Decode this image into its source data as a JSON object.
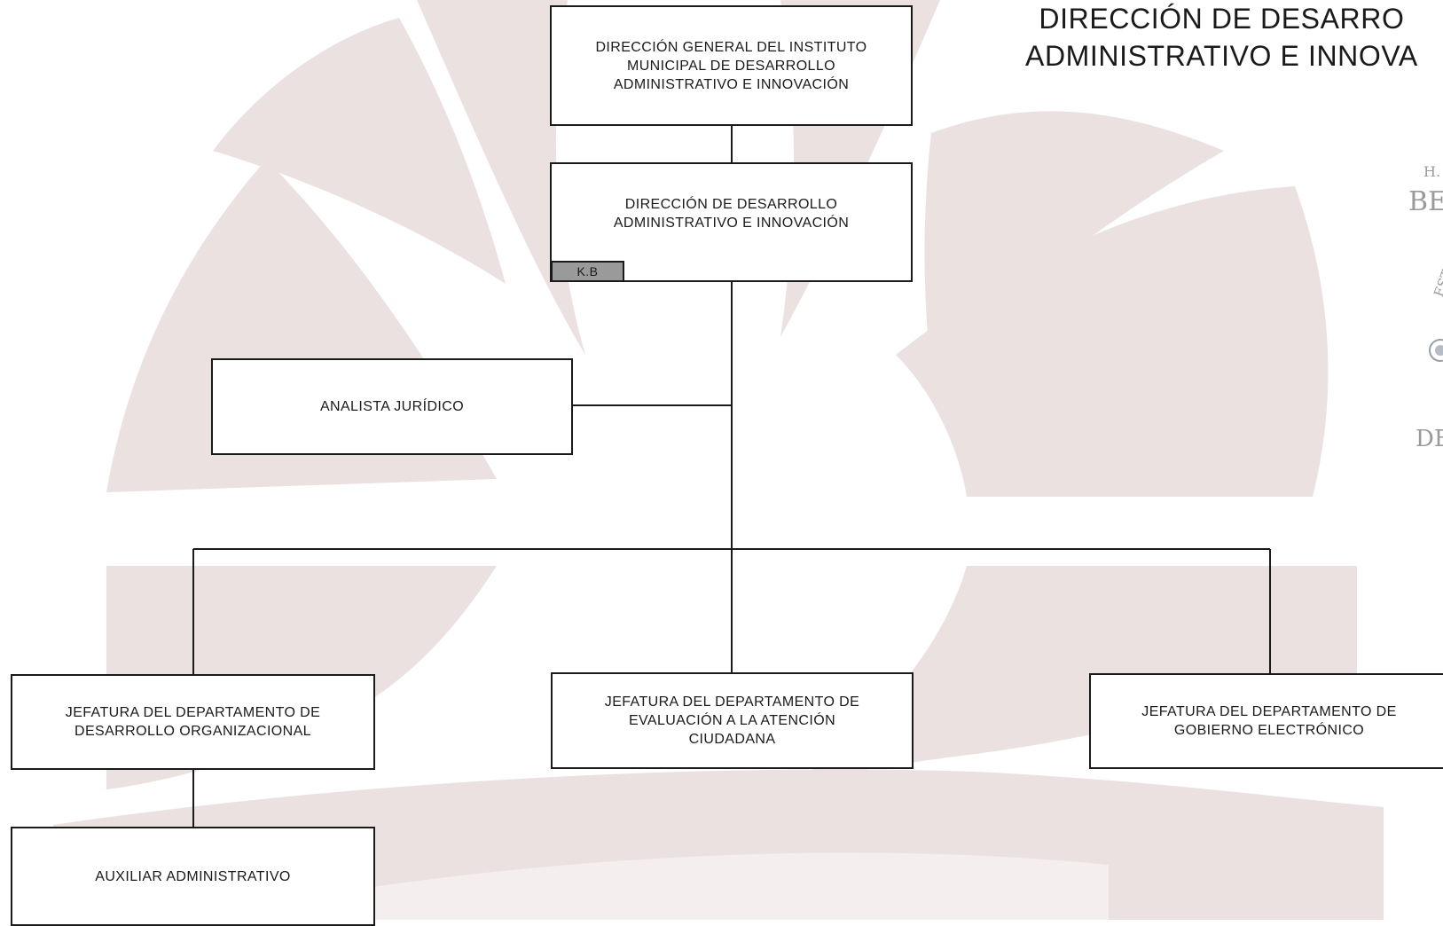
{
  "title": {
    "line1": "DIRECCIÓN DE DESARRO",
    "line2": "ADMINISTRATIVO E INNOVA"
  },
  "nodes": {
    "direccion_general": "DIRECCIÓN GENERAL DEL INSTITUTO\nMUNICIPAL DE DESARROLLO\nADMINISTRATIVO E INNOVACIÓN",
    "direccion_desarrollo": "DIRECCIÓN DE DESARROLLO\nADMINISTRATIVO E INNOVACIÓN",
    "direccion_desarrollo_tag": "K.B",
    "analista_juridico": "ANALISTA JURÍDICO",
    "jefatura_desarrollo_organizacional": "JEFATURA DEL DEPARTAMENTO DE\nDESARROLLO ORGANIZACIONAL",
    "jefatura_evaluacion": "JEFATURA DEL DEPARTAMENTO DE\nEVALUACIÓN A LA ATENCIÓN\nCIUDADANA",
    "jefatura_gobierno_electronico": "JEFATURA DEL DEPARTAMENTO DE\nGOBIERNO ELECTRÓNICO",
    "auxiliar_administrativo": "AUXILIAR ADMINISTRATIVO"
  },
  "edges": [
    [
      "direccion_general",
      "direccion_desarrollo"
    ],
    [
      "direccion_desarrollo",
      "analista_juridico"
    ],
    [
      "direccion_desarrollo",
      "jefatura_desarrollo_organizacional"
    ],
    [
      "direccion_desarrollo",
      "jefatura_evaluacion"
    ],
    [
      "direccion_desarrollo",
      "jefatura_gobierno_electronico"
    ],
    [
      "jefatura_desarrollo_organizacional",
      "auxiliar_administrativo"
    ]
  ],
  "edge_marks": {
    "line1": "H.",
    "line2": "BEN",
    "line3": "ESTAD",
    "line4": "DE"
  },
  "colors": {
    "watermark": "#e9dfdf",
    "box_border": "#1a1a1a",
    "tag_fill": "#9a9a9a"
  }
}
